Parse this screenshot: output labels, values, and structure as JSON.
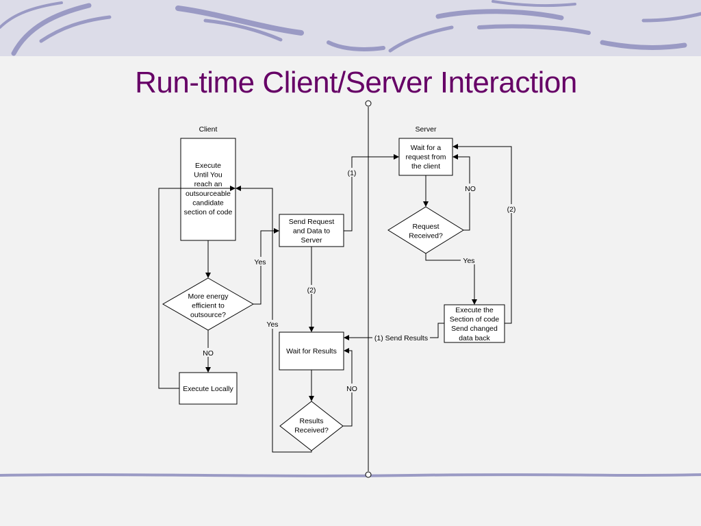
{
  "slide": {
    "title": "Run-time Client/Server Interaction"
  },
  "diagram": {
    "lane_labels": {
      "client": "Client",
      "server": "Server"
    },
    "nodes": {
      "execute_until": [
        "Execute",
        "Until You",
        "reach an",
        "outsourceable",
        "candidate",
        "section of code"
      ],
      "energy_decision": [
        "More energy",
        "efficient to",
        "outsource?"
      ],
      "execute_locally": [
        "Execute Locally"
      ],
      "send_request": [
        "Send Request",
        "and Data to",
        "Server"
      ],
      "wait_results": [
        "Wait for Results"
      ],
      "results_received": [
        "Results",
        "Received?"
      ],
      "wait_request": [
        "Wait for a",
        "request from",
        "the client"
      ],
      "request_received": [
        "Request",
        "Received?"
      ],
      "execute_section": [
        "Execute the",
        "Section of code",
        "Send changed",
        "data back"
      ]
    },
    "edge_labels": {
      "energy_yes": "Yes",
      "energy_no": "NO",
      "results_yes": "Yes",
      "results_no": "NO",
      "to_server": "(1)",
      "send_to_wait": "(2)",
      "request_no": "NO",
      "request_yes": "Yes",
      "server_loop": "(2)",
      "send_results": "(1) Send Results"
    }
  }
}
